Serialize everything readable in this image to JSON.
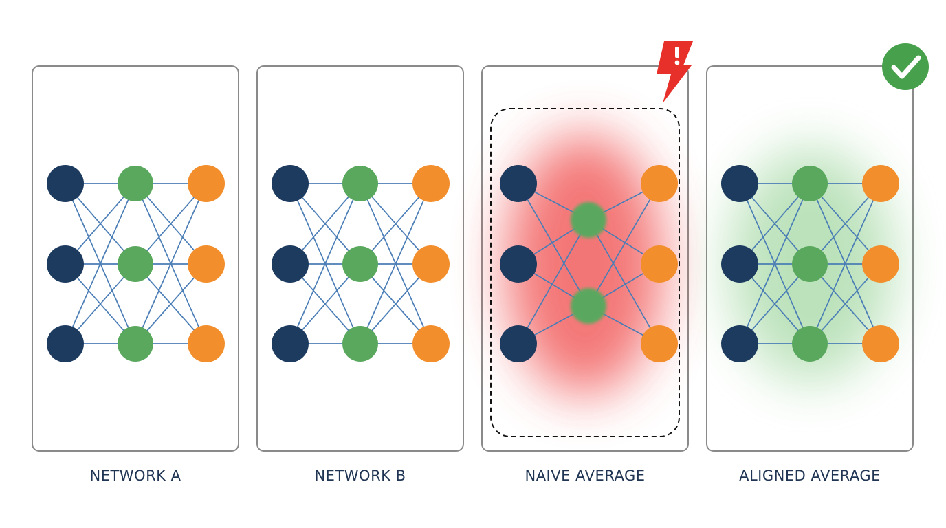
{
  "panels": [
    {
      "caption": "NETWORK A"
    },
    {
      "caption": "NETWORK B"
    },
    {
      "caption": "NAIVE AVERAGE",
      "status_icon": "warning-lightning-icon"
    },
    {
      "caption": "ALIGNED AVERAGE",
      "status_icon": "check-circle-icon"
    }
  ],
  "colors": {
    "input_node": "#1d3a5f",
    "hidden_node": "#5aa85e",
    "output_node": "#f28e2c",
    "edge": "#4a7db5",
    "panel_border": "#8a8a8a",
    "warning": "#e8302a",
    "ok": "#47a04b",
    "glow_bad": "#f04848",
    "glow_good": "#6cc06a"
  }
}
